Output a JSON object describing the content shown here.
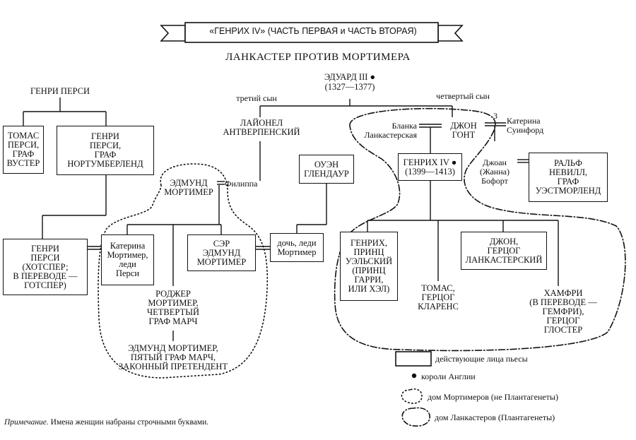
{
  "header": {
    "banner": "«ГЕНРИХ IV» (ЧАСТЬ ПЕРВАЯ и ЧАСТЬ ВТОРАЯ)",
    "subtitle": "ЛАНКАСТЕР ПРОТИВ МОРТИМЕРА"
  },
  "people": {
    "edward_iii": "ЭДУАРД III ●",
    "edward_iii_years": "(1327—1377)",
    "third_son": "третий сын",
    "fourth_son": "четвертый сын",
    "henry_percy": "ГЕНРИ ПЕРСИ",
    "thomas_percy": "ТОМАС\nПЕРСИ,\nГРАФ\nВУСТЕР",
    "henry_percy_north": "ГЕНРИ\nПЕРСИ,\nГРАФ\nНОРТУМБЕРЛЕНД",
    "lionel": "ЛАЙОНЕЛ\nАНТВЕРПЕНСКИЙ",
    "philippa": "Филиппа",
    "edmund_mortimer": "ЭДМУНД\nМОРТИМЕР",
    "owen": "ОУЭН\nГЛЕНДАУР",
    "hotspur": "ГЕНРИ\nПЕРСИ\n(ХОТСПЕР;\nВ ПЕРЕВОДЕ —\nГОТСПЕР)",
    "katherine": "Катерина\nМортимер,\nледи\nПерси",
    "sir_edmund": "СЭР\nЭДМУНД\nМОРТИМЕР",
    "daughter": "дочь, леди\nМортимер",
    "roger": "РОДЖЕР\nМОРТИМЕР,\nЧЕТВЕРТЫЙ\nГРАФ МАРЧ",
    "edmund_5th": "ЭДМУНД МОРТИМЕР,\nПЯТЫЙ ГРАФ МАРЧ,\nЗАКОННЫЙ ПРЕТЕНДЕНТ",
    "blanche": "Бланка\nЛанкастерская",
    "john_gaunt": "ДЖОН\nГОНТ",
    "marriage_number": "3",
    "katherine_s": "Катерина\nСуинфорд",
    "henry_iv": "ГЕНРИХ IV ●",
    "henry_iv_years": "(1399—1413)",
    "joan": "Джоан\n(Жанна)\nБофорт",
    "ralph": "РАЛЬФ\nНЕВИЛЛ,\nГРАФ\nУЭСТМОРЛЕНД",
    "prince_henry": "ГЕНРИХ,\nПРИНЦ\nУЭЛЬСКИЙ\n(ПРИНЦ\nГАРРИ,\nИЛИ ХЭЛ)",
    "thomas_clarence": "ТОМАС,\nГЕРЦОГ\nКЛАРЕНС",
    "john_lancaster": "ДЖОН,\nГЕРЦОГ\nЛАНКАСТЕРСКИЙ",
    "humphrey": "ХАМФРИ\n(В ПЕРЕВОДЕ —\nГЕМФРИ),\nГЕРЦОГ\nГЛОСТЕР"
  },
  "legend": {
    "characters": "действующие лица пьесы",
    "kings": "короли Англии",
    "mortimer_house": "дом Мортимеров (не Плантагенеты)",
    "lancaster_house": "дом Ланкастеров (Плантагенеты)"
  },
  "note": {
    "label": "Примечание.",
    "text": " Имена женщин набраны строчными буквами."
  }
}
